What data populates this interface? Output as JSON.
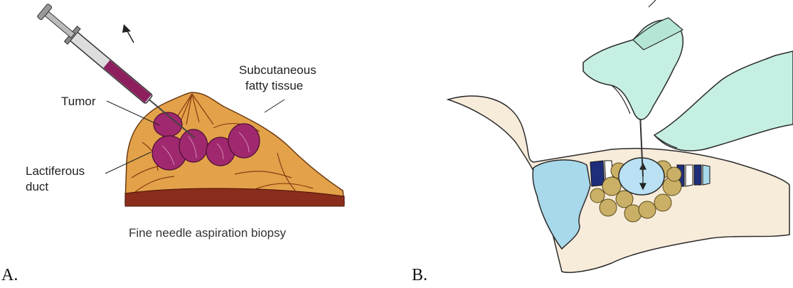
{
  "panel_a": {
    "letter": "A.",
    "labels": {
      "tumor": "Tumor",
      "fatty_line1": "Subcutaneous",
      "fatty_line2": "fatty tissue",
      "duct_line1": "Lactiferous",
      "duct_line2": "duct"
    },
    "caption": "Fine needle aspiration biopsy",
    "colors": {
      "tissue": "#e3a24a",
      "lobule": "#a0286e",
      "base": "#8a2d1c",
      "syringe": "#8d1f5e"
    }
  },
  "panel_b": {
    "letter": "B.",
    "colors": {
      "skin": "#f7ebda",
      "glove": "#c5efe2",
      "cartilage": "#a8d9ea",
      "fat": "#c9b066",
      "nodule": "#b9e1f3",
      "dark_stripe": "#1e2e7a"
    }
  }
}
